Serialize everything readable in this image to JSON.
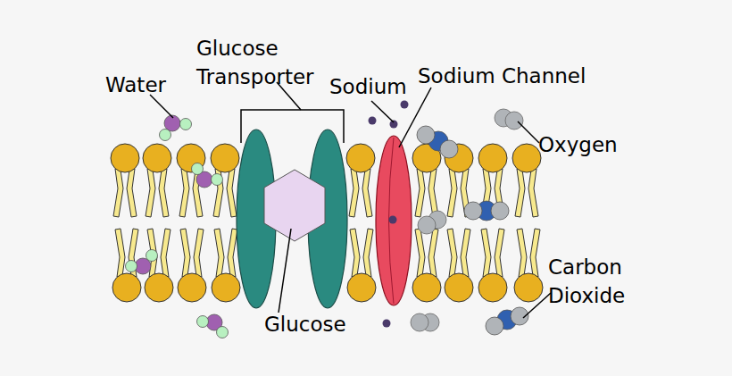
{
  "diagram": {
    "labels": [
      "Water",
      "Glucose Transporter",
      "Sodium",
      "Sodium Channel",
      "Oxygen",
      "Carbon Dioxide",
      "Glucose"
    ]
  }
}
